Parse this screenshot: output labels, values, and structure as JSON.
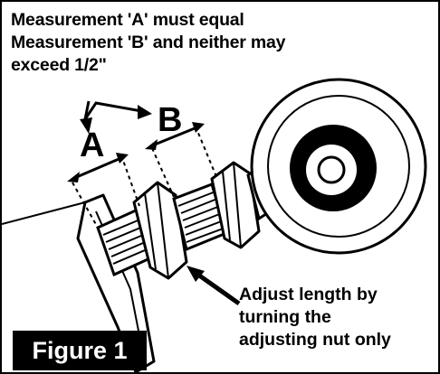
{
  "note": {
    "line1": "Measurement 'A' must equal",
    "line2": "Measurement 'B' and neither may",
    "line3": "exceed 1/2\""
  },
  "labels": {
    "a": "A",
    "b": "B"
  },
  "adjust": {
    "line1": "Adjust length by",
    "line2": "turning the",
    "line3": "adjusting nut only"
  },
  "figure_label": "Figure 1",
  "colors": {
    "ink": "#000000",
    "paper": "#ffffff"
  }
}
